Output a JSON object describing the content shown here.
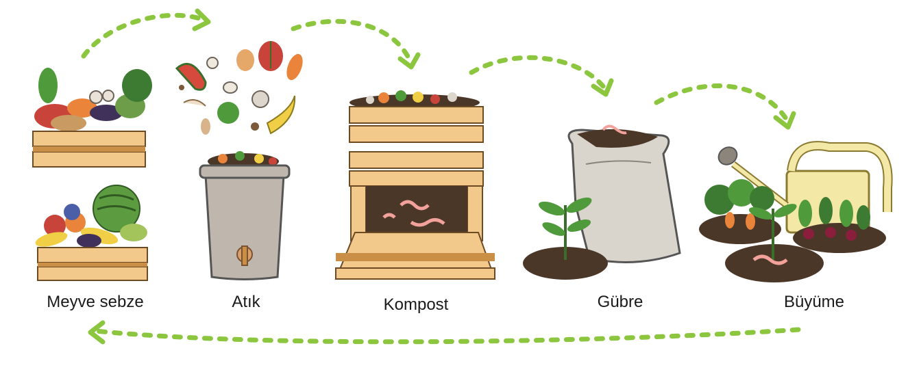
{
  "diagram": {
    "stages": [
      {
        "label": "Meyve sebze",
        "icon": "fruit-vegetable-crates-icon"
      },
      {
        "label": "Atık",
        "icon": "waste-bin-icon"
      },
      {
        "label": "Kompost",
        "icon": "compost-box-icon"
      },
      {
        "label": "Gübre",
        "icon": "fertilizer-sack-icon"
      },
      {
        "label": "Büyüme",
        "icon": "growing-plants-icon"
      }
    ],
    "colors": {
      "arrow": "#8cc63f",
      "wood": "#f3c98b",
      "wood_dark": "#c98f46",
      "soil": "#4a3728",
      "bin": "#bfb6ad",
      "sack": "#d9d4cc",
      "leaf": "#4f9a3a",
      "worm": "#f2a29b",
      "can": "#f4e8a6"
    }
  }
}
